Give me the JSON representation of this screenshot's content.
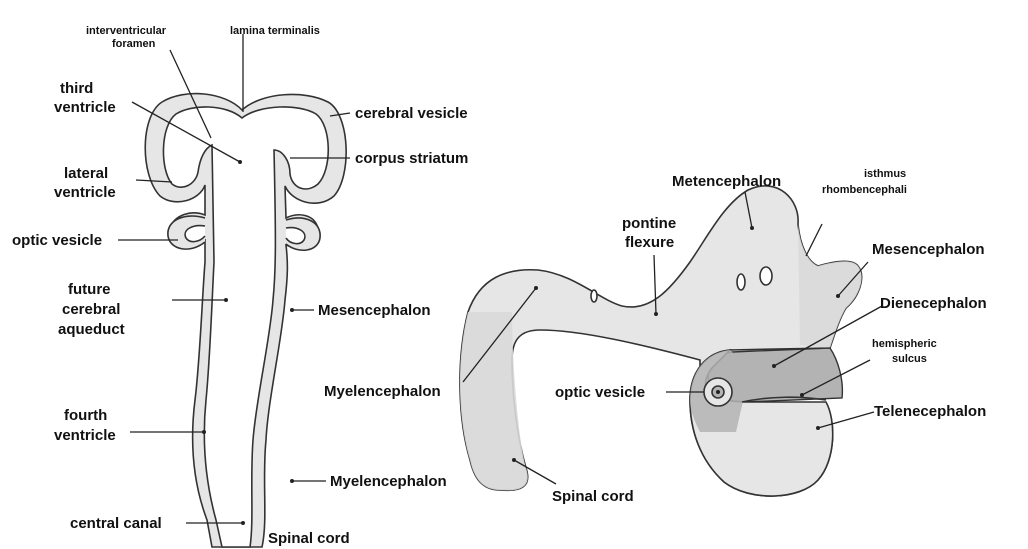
{
  "colors": {
    "tube_fill": "#e6e6e6",
    "tube_lumen": "#ffffff",
    "region_light": "#d9d9d9",
    "region_dark": "#b3b3b3",
    "outline": "#333333",
    "text": "#111111"
  },
  "left_diagram": {
    "labels": {
      "interventricular_foramen_1": "interventricular",
      "interventricular_foramen_2": "foramen",
      "lamina_terminalis": "lamina terminalis",
      "third_ventricle_1": "third",
      "third_ventricle_2": "ventricle",
      "cerebral_vesicle": "cerebral vesicle",
      "corpus_striatum": "corpus striatum",
      "lateral_ventricle_1": "lateral",
      "lateral_ventricle_2": "ventricle",
      "optic_vesicle": "optic vesicle",
      "future_aqueduct_1": "future",
      "future_aqueduct_2": "cerebral",
      "future_aqueduct_3": "aqueduct",
      "mesencephalon": "Mesencephalon",
      "fourth_ventricle_1": "fourth",
      "fourth_ventricle_2": "ventricle",
      "myelencephalon": "Myelencephalon",
      "central_canal": "central canal",
      "spinal_cord": "Spinal cord"
    }
  },
  "right_diagram": {
    "labels": {
      "metencephalon": "Metencephalon",
      "isthmus_1": "isthmus",
      "isthmus_2": "rhombencephali",
      "pontine_flexure_1": "pontine",
      "pontine_flexure_2": "flexure",
      "mesencephalon": "Mesencephalon",
      "dienecephalon": "Dienecephalon",
      "hemispheric_sulcus_1": "hemispheric",
      "hemispheric_sulcus_2": "sulcus",
      "myelencephalon": "Myelencephalon",
      "optic_vesicle": "optic vesicle",
      "telenecephalon": "Telenecephalon",
      "spinal_cord": "Spinal cord"
    }
  }
}
